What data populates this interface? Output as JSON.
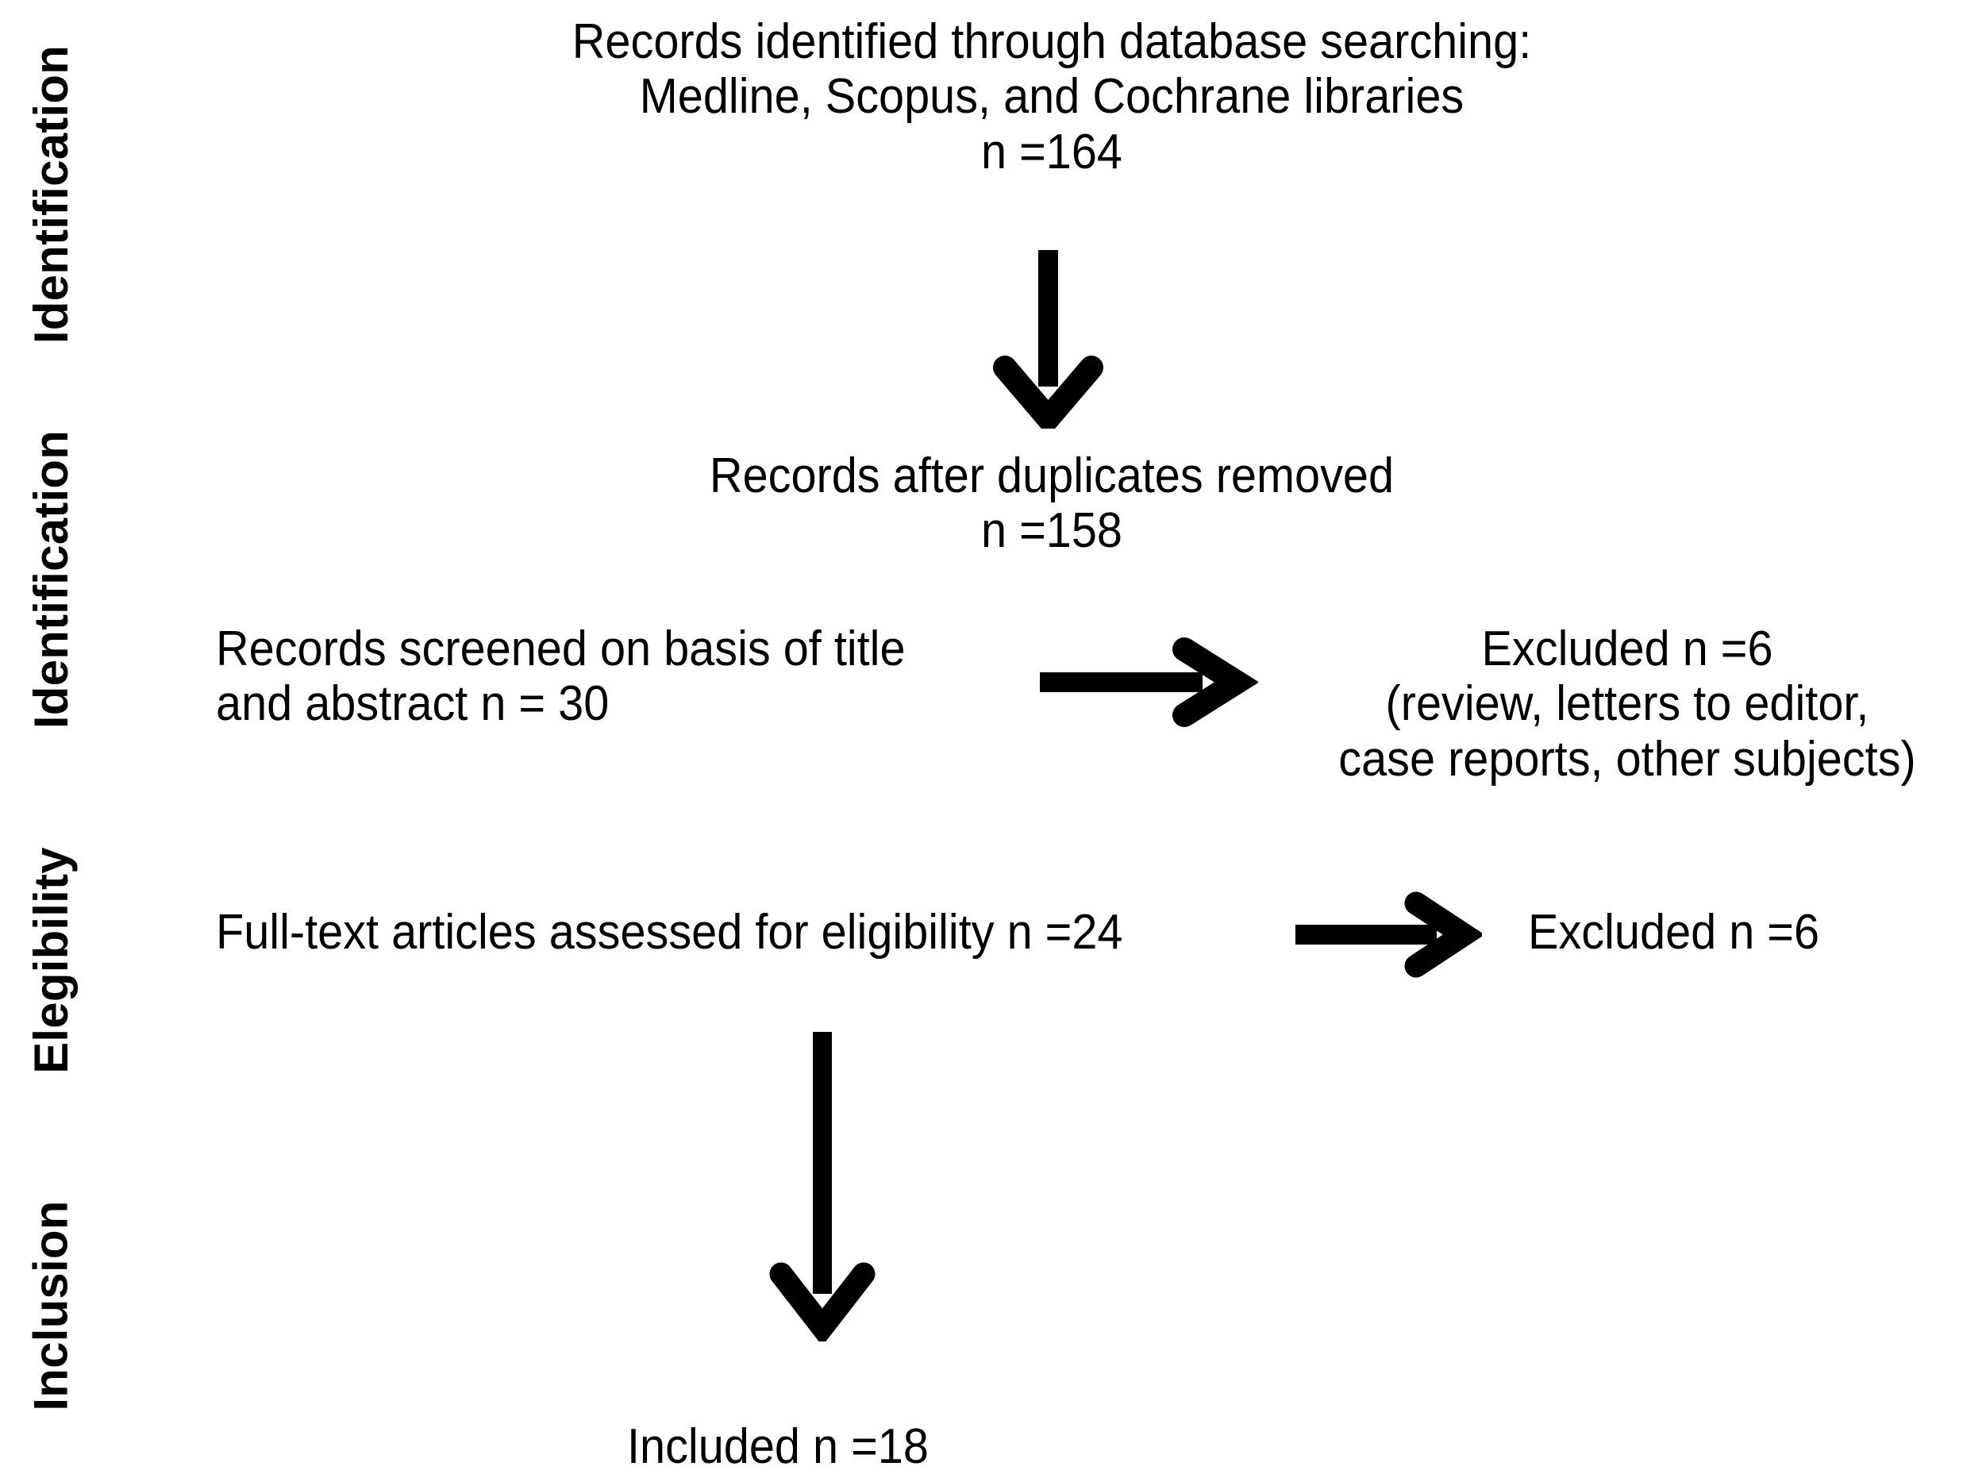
{
  "diagram": {
    "title": "PRISMA study selection flow diagram",
    "background_color": "#ffffff",
    "ink_color": "#000000"
  },
  "stages": [
    {
      "label": "Identification"
    },
    {
      "label": "Identification"
    },
    {
      "label": "Elegibility"
    },
    {
      "label": "Inclusion"
    }
  ],
  "nodes": {
    "identified": "Records identified through database searching:\nMedline, Scopus, and Cochrane libraries\nn =164",
    "duplicates_removed": "Records after duplicates removed\nn =158",
    "screened": "Records screened on basis of title\nand abstract n =  30",
    "excluded_screening": "Excluded n =6\n(review, letters to editor,\ncase reports, other subjects)",
    "full_text": "Full-text articles assessed for eligibility n =24",
    "excluded_eligibility": "Excluded n =6",
    "included": "Included n =18"
  },
  "chart_data": {
    "type": "diagram",
    "title": "PRISMA flow diagram",
    "nodes": [
      {
        "id": "identified",
        "stage": "Identification",
        "label": "Records identified through database searching: Medline, Scopus, and Cochrane libraries",
        "n": 164
      },
      {
        "id": "duplicates_removed",
        "stage": "Identification",
        "label": "Records after duplicates removed",
        "n": 158
      },
      {
        "id": "screened",
        "stage": "Identification",
        "label": "Records screened on basis of title and abstract",
        "n": 30
      },
      {
        "id": "excluded_screening",
        "stage": "Identification",
        "label": "Excluded (review, letters to editor, case reports, other subjects)",
        "n": 6
      },
      {
        "id": "full_text",
        "stage": "Elegibility",
        "label": "Full-text articles assessed for eligibility",
        "n": 24
      },
      {
        "id": "excluded_eligibility",
        "stage": "Elegibility",
        "label": "Excluded",
        "n": 6
      },
      {
        "id": "included",
        "stage": "Inclusion",
        "label": "Included",
        "n": 18
      }
    ],
    "edges": [
      {
        "from": "identified",
        "to": "duplicates_removed",
        "direction": "down"
      },
      {
        "from": "screened",
        "to": "excluded_screening",
        "direction": "right"
      },
      {
        "from": "full_text",
        "to": "excluded_eligibility",
        "direction": "right"
      },
      {
        "from": "full_text",
        "to": "included",
        "direction": "down"
      }
    ]
  }
}
